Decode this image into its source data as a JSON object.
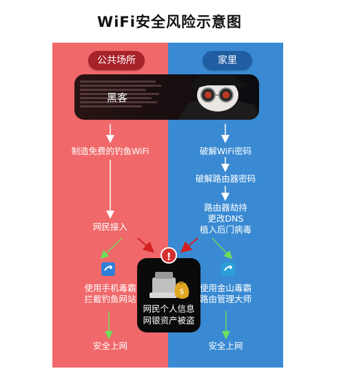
{
  "title": "WiFi安全风险示意图",
  "left": {
    "header": "公共场所",
    "step1": "制造免费的钓鱼WiFi",
    "step2": "网民接入",
    "step3_line1": "使用手机毒霸",
    "step3_line2": "拦截钓鱼网站",
    "end": "安全上网",
    "panel_color": "#f0686a",
    "header_color": "#a8222a"
  },
  "right": {
    "header": "家里",
    "step1": "破解WiFi密码",
    "step2": "破解路由器密码",
    "step3_line1": "路由器劫持",
    "step3_line2": "更改DNS",
    "step3_line3": "植入后门病毒",
    "step4_line1": "使用金山毒霸",
    "step4_line2": "路由管理大师",
    "end": "安全上网",
    "panel_color": "#3a8ad3",
    "header_color": "#1f5ea3"
  },
  "hacker": {
    "label": "黑客"
  },
  "center": {
    "line1": "网民个人信息",
    "line2": "网银资产被盗",
    "warning_icon": "!"
  },
  "icons": [
    "hacker-image",
    "shield-app-icon",
    "money-bag-icon",
    "warning-icon"
  ]
}
